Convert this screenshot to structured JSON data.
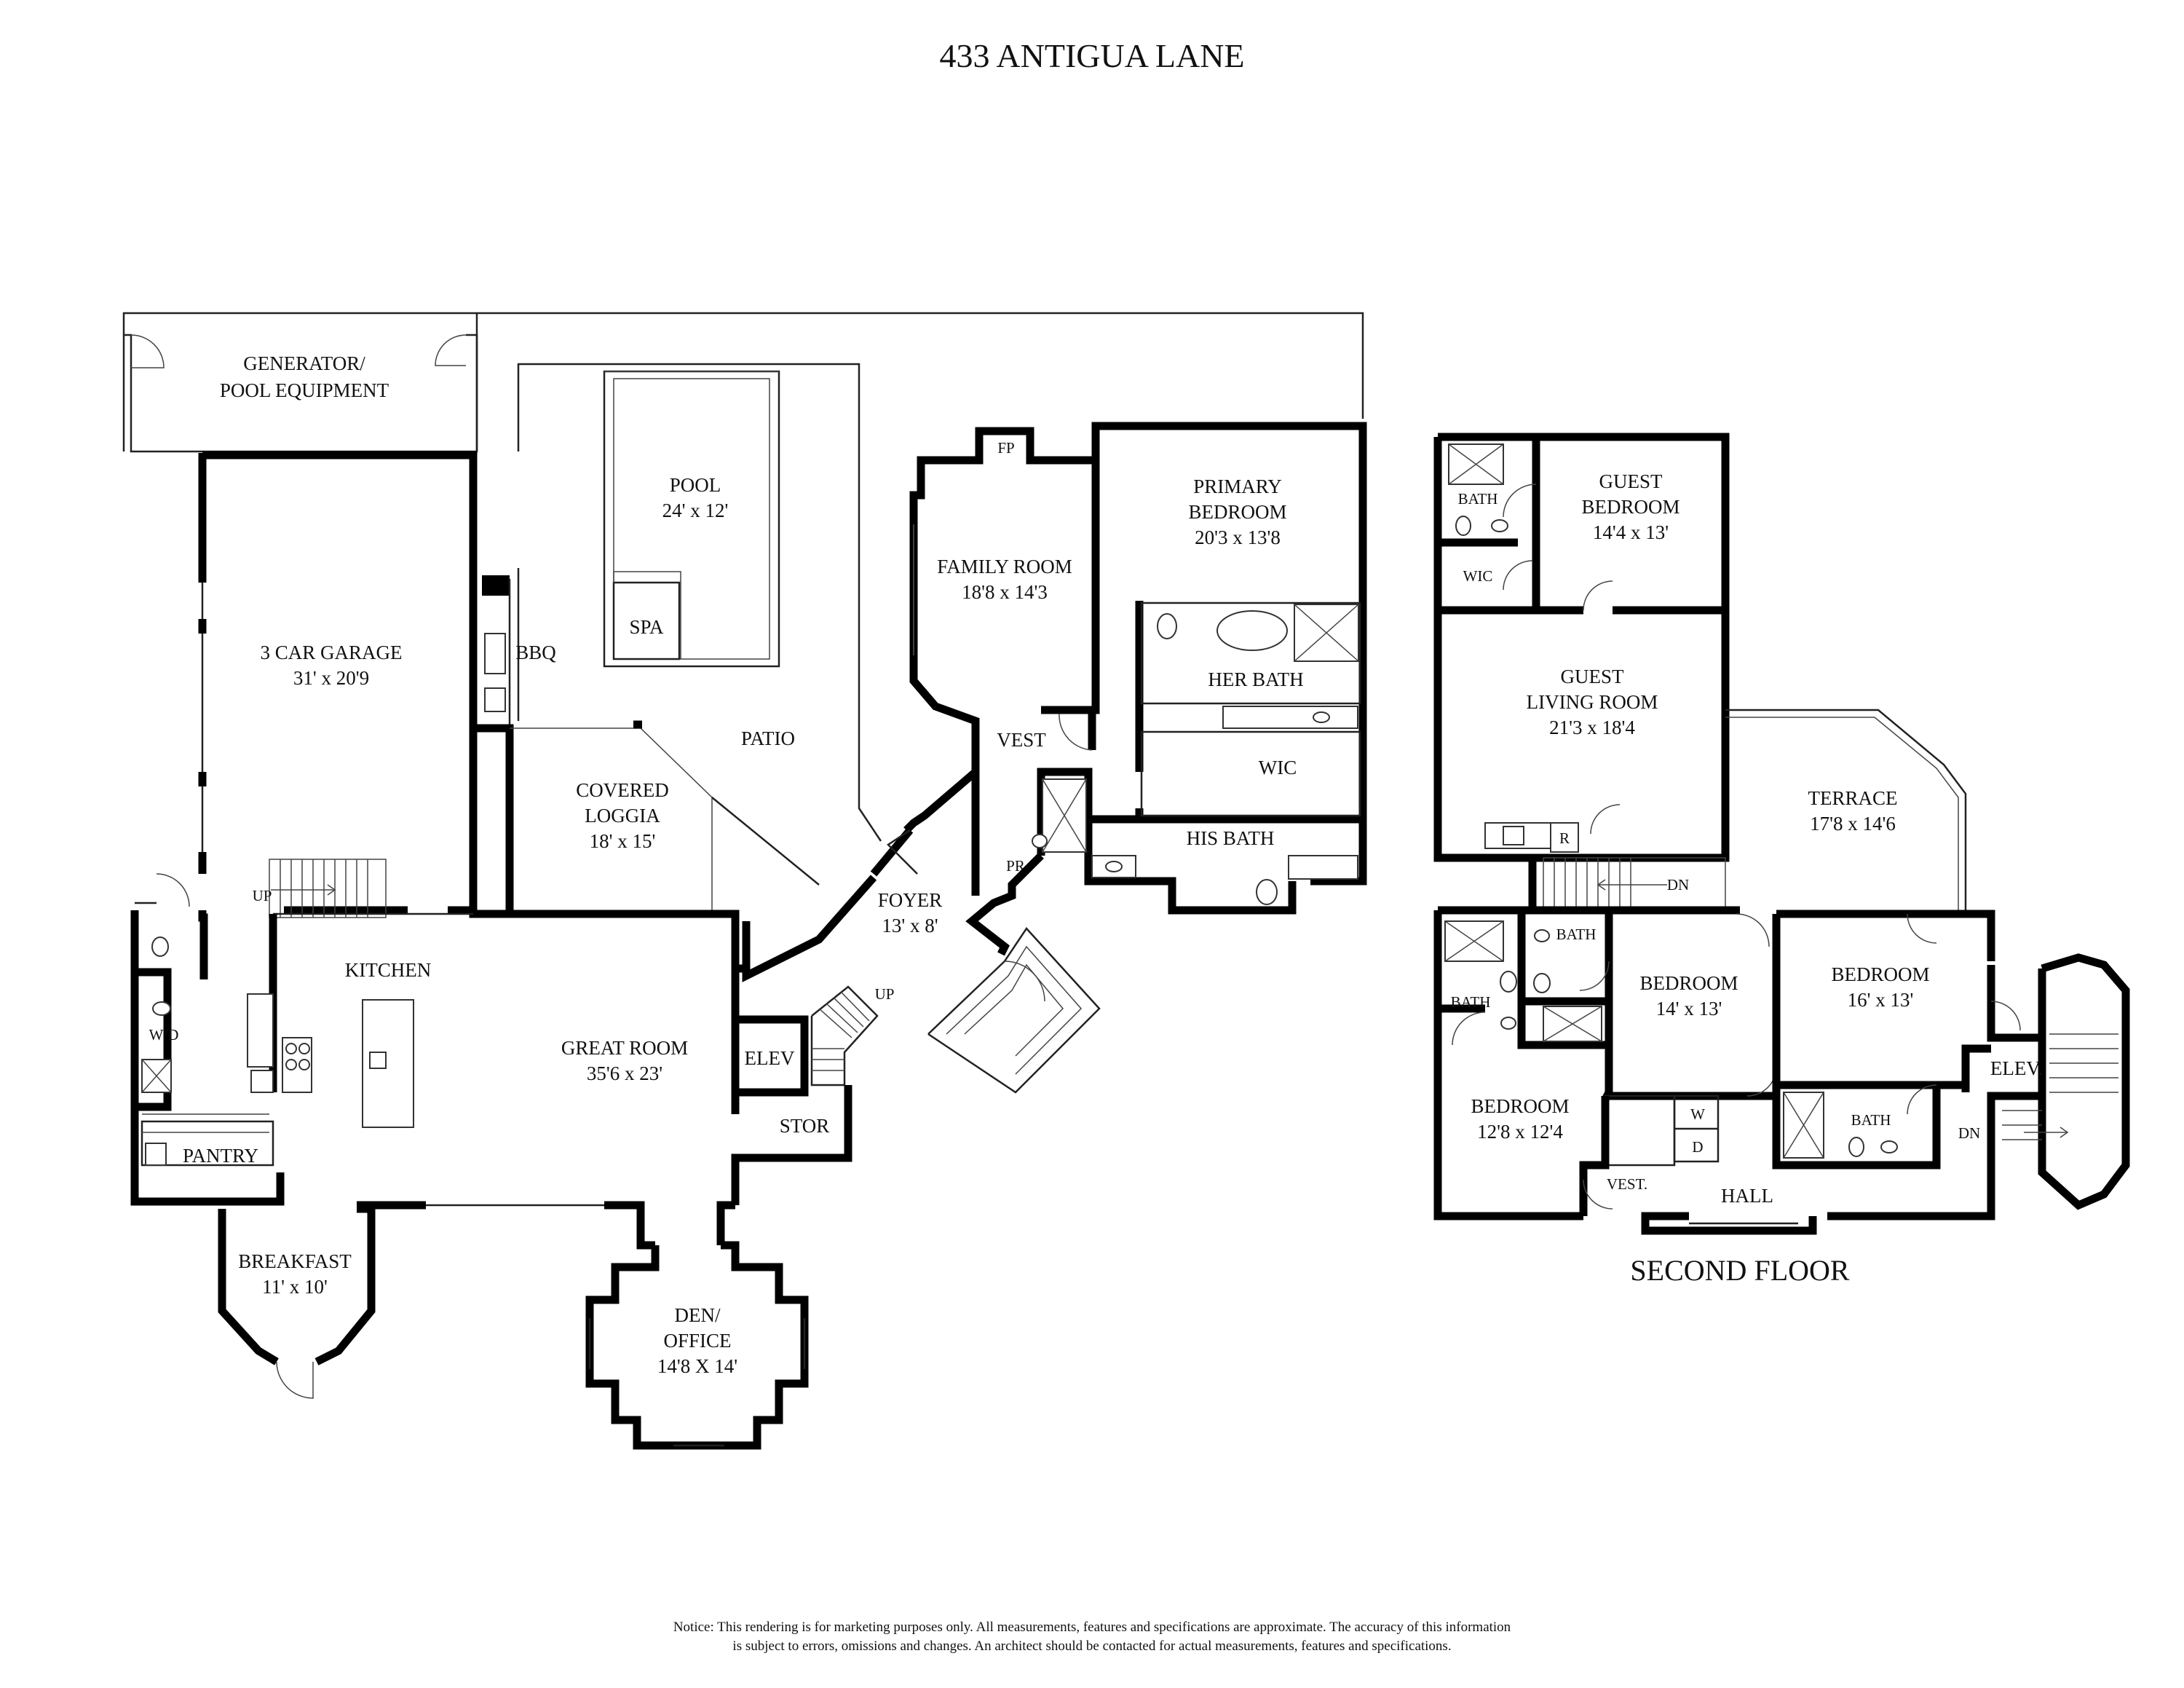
{
  "title": "433 ANTIGUA LANE",
  "second_floor_label": "SECOND FLOOR",
  "notice": [
    "Notice: This rendering is for marketing purposes only. All measurements, features and specifications are approximate. The accuracy of this information",
    "is subject to errors, omissions and changes. An architect should be contacted for actual measurements, features and specifications."
  ],
  "first_floor": {
    "generator": [
      "GENERATOR/",
      "POOL EQUIPMENT"
    ],
    "garage": [
      "3 CAR GARAGE",
      "31' x 20'9"
    ],
    "pool": [
      "POOL",
      "24' x 12'"
    ],
    "spa": "SPA",
    "bbq": "BBQ",
    "patio": "PATIO",
    "loggia": [
      "COVERED",
      "LOGGIA",
      "18' x 15'"
    ],
    "family_room": [
      "FAMILY ROOM",
      "18'8 x 14'3"
    ],
    "fp": "FP",
    "primary_bedroom": [
      "PRIMARY",
      "BEDROOM",
      "20'3 x 13'8"
    ],
    "her_bath": "HER BATH",
    "wic": "WIC",
    "vest": "VEST",
    "his_bath": "HIS BATH",
    "pr": "PR",
    "foyer": [
      "FOYER",
      "13' x 8'"
    ],
    "up_garage": "UP",
    "up_foyer": "UP",
    "kitchen": "KITCHEN",
    "great_room": [
      "GREAT ROOM",
      "35'6 x 23'"
    ],
    "wd": "W/D",
    "pantry": "PANTRY",
    "breakfast": [
      "BREAKFAST",
      "11' x 10'"
    ],
    "elev": "ELEV",
    "stor": "STOR",
    "den": [
      "DEN/",
      "OFFICE",
      "14'8 X 14'"
    ]
  },
  "second_floor": {
    "bath_top": "BATH",
    "wic": "WIC",
    "guest_bedroom": [
      "GUEST",
      "BEDROOM",
      "14'4 x 13'"
    ],
    "guest_living": [
      "GUEST",
      "LIVING ROOM",
      "21'3 x 18'4"
    ],
    "r": "R",
    "dn_center": "DN",
    "terrace": [
      "TERRACE",
      "17'8 x 14'6"
    ],
    "bath_mid": "BATH",
    "bath_left": "BATH",
    "bedroom_center": [
      "BEDROOM",
      "14' x 13'"
    ],
    "bedroom_right": [
      "BEDROOM",
      "16' x 13'"
    ],
    "bedroom_left": [
      "BEDROOM",
      "12'8 x 12'4"
    ],
    "w": "W",
    "d": "D",
    "vest": "VEST.",
    "hall": "HALL",
    "bath_right": "BATH",
    "elev": "ELEV.",
    "dn_right": "DN"
  }
}
